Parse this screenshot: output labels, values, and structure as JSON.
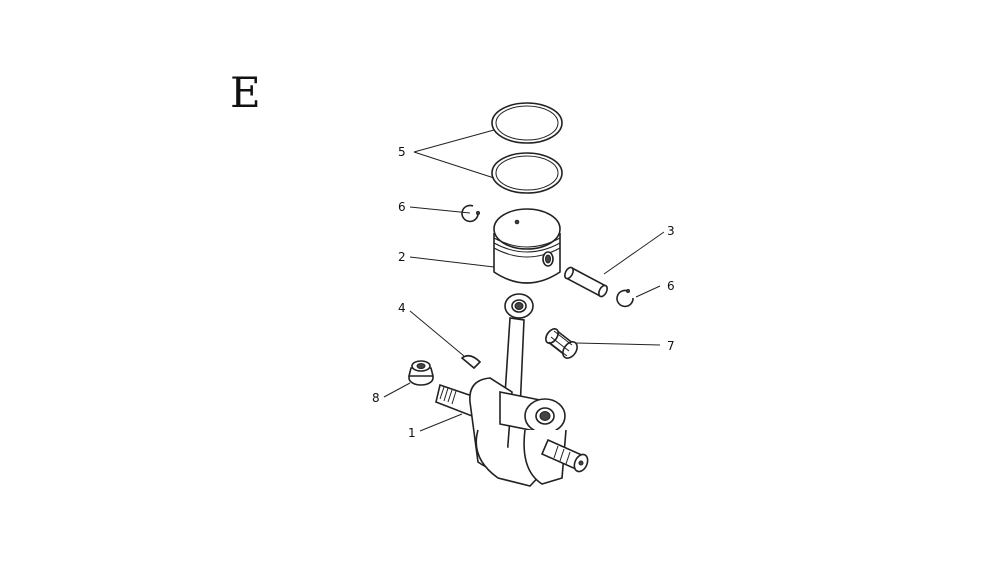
{
  "section": {
    "letter": "E"
  },
  "callouts": [
    {
      "id": "ring",
      "number": "5"
    },
    {
      "id": "circlip-left",
      "number": "6"
    },
    {
      "id": "piston",
      "number": "2"
    },
    {
      "id": "piston-pin",
      "number": "3"
    },
    {
      "id": "circlip-right",
      "number": "6"
    },
    {
      "id": "key",
      "number": "4"
    },
    {
      "id": "needle-bearing",
      "number": "7"
    },
    {
      "id": "nut",
      "number": "8"
    },
    {
      "id": "crankshaft",
      "number": "1"
    }
  ]
}
